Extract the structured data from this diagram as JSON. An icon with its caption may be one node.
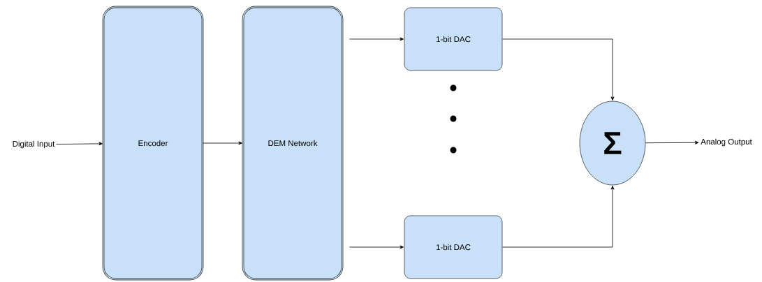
{
  "diagram": {
    "nodes": [
      {
        "text": [
          "Digital Input"
        ]
      },
      {
        "text": [
          "Encoder"
        ]
      },
      {
        "text": [
          "DEM Network"
        ]
      },
      {
        "text": [
          "1-bit DAC"
        ]
      },
      {
        "text": [
          "1-bit DAC"
        ]
      },
      {
        "text": [
          "Σ"
        ]
      },
      {
        "text": [
          "Analog Output"
        ]
      }
    ],
    "edges": [
      {
        "from": 0,
        "to": 1,
        "arrow": "to"
      },
      {
        "from": 1,
        "to": 2,
        "arrow": "to"
      },
      {
        "from": 2,
        "to": 3,
        "arrow": "to"
      },
      {
        "from": 2,
        "to": 4,
        "arrow": "to"
      },
      {
        "from": 3,
        "to": 5,
        "arrow": "to"
      },
      {
        "from": 4,
        "to": 5,
        "arrow": "to"
      },
      {
        "from": 5,
        "to": 6,
        "arrow": "to"
      }
    ]
  }
}
